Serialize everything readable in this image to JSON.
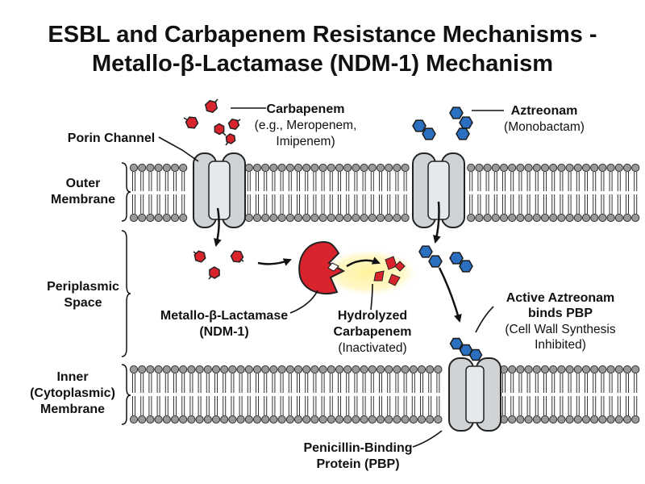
{
  "title": {
    "line1": "ESBL and Carbapenem Resistance Mechanisms -",
    "line2": "Metallo-β-Lactamase (NDM-1) Mechanism"
  },
  "labels": {
    "carbapenem": "Carbapenem",
    "carbapenem_examples1": "(e.g., Meropenem,",
    "carbapenem_examples2": "Imipenem)",
    "porin_channel": "Porin Channel",
    "aztreonam": "Aztreonam",
    "aztreonam_class": "(Monobactam)",
    "outer_membrane1": "Outer",
    "outer_membrane2": "Membrane",
    "periplasmic1": "Periplasmic",
    "periplasmic2": "Space",
    "inner1": "Inner",
    "inner2": "(Cytoplasmic)",
    "inner3": "Membrane",
    "mbl1": "Metallo-β-Lactamase",
    "mbl2": "(NDM-1)",
    "hydrolyzed1": "Hydrolyzed",
    "hydrolyzed2": "Carbapenem",
    "hydrolyzed3": "(Inactivated)",
    "active1": "Active Aztreonam",
    "active2": "binds PBP",
    "active3": "(Cell Wall Synthesis",
    "active4": "Inhibited)",
    "pbp1": "Penicillin-Binding",
    "pbp2": "Protein (PBP)"
  },
  "colors": {
    "carbapenem": "#d9232d",
    "aztreonam": "#2a6fc0",
    "enzyme": "#d9232d",
    "glow": "#fff3a0",
    "protein": "#cfd3d6",
    "lipid_head": "#9a9a9a",
    "outline": "#222222"
  }
}
